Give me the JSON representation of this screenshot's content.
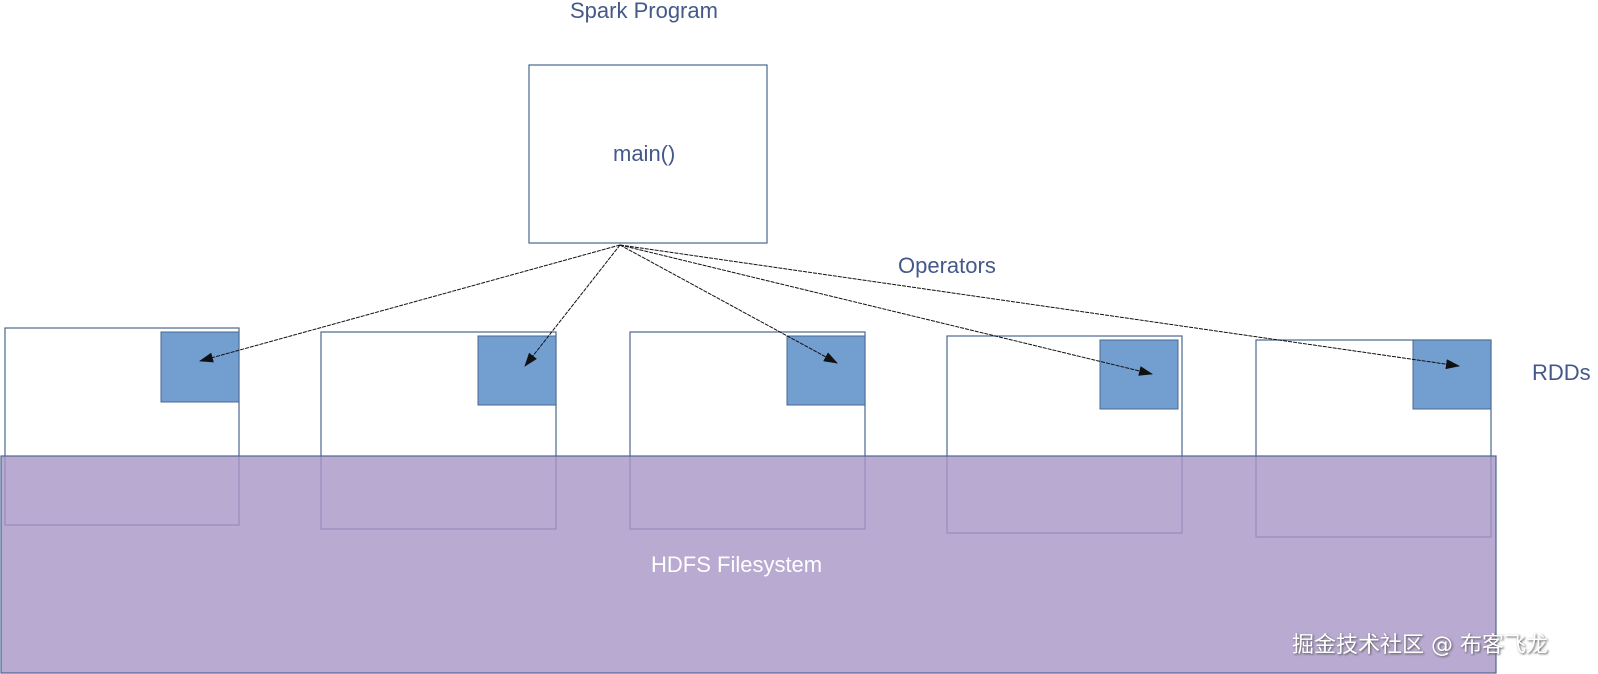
{
  "title": "Spark Program",
  "main_box": {
    "label": "main()"
  },
  "operators_label": "Operators",
  "rdds_label": "RDDs",
  "filesystem_label": "HDFS Filesystem",
  "watermark": "掘金技术社区 @ 布客飞龙",
  "rdd_count": 5,
  "colors": {
    "stroke": "#4a6790",
    "text": "#44598a",
    "rdd_fill": "#729fcf",
    "hdfs_fill": "#b4a7d6",
    "arrow": "#111111"
  }
}
